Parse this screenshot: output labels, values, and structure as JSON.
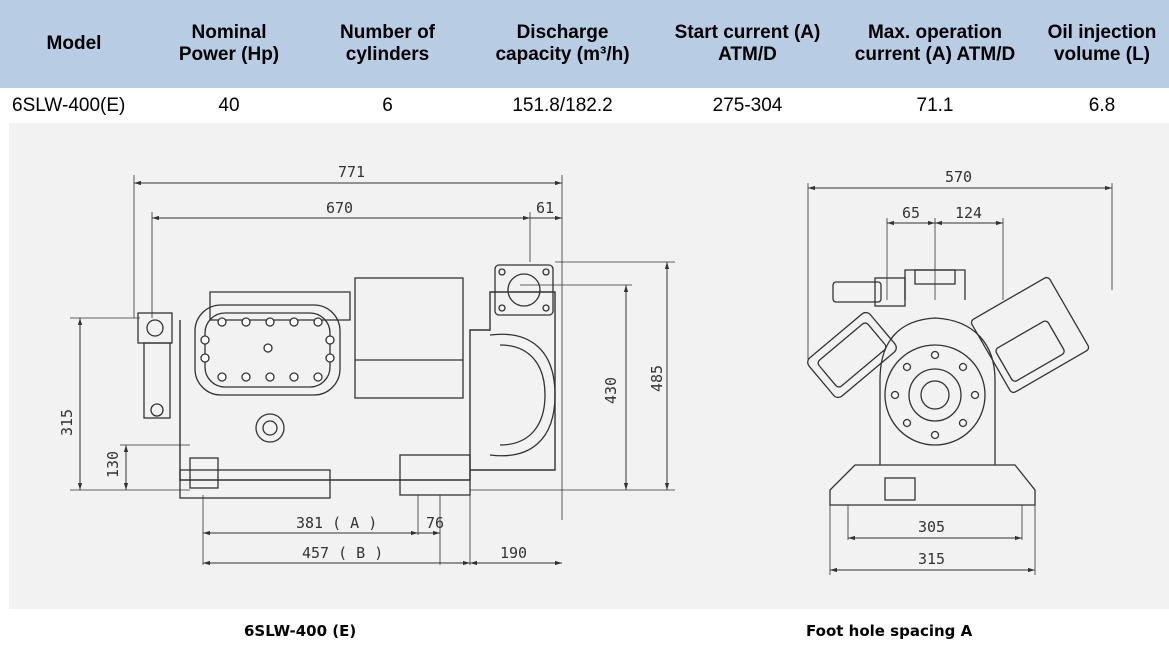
{
  "table": {
    "headers": [
      {
        "line1": "Model",
        "line2": ""
      },
      {
        "line1": "Nominal",
        "line2": "Power (Hp)"
      },
      {
        "line1": "Number of",
        "line2": "cylinders"
      },
      {
        "line1": "Discharge",
        "line2": "capacity (m³/h)"
      },
      {
        "line1": "Start current (A)",
        "line2": "ATM/D"
      },
      {
        "line1": "Max. operation",
        "line2": "current (A) ATM/D"
      },
      {
        "line1": "Oil injection",
        "line2": "volume (L)"
      }
    ],
    "row": [
      "6SLW-400(E)",
      "40",
      "6",
      "151.8/182.2",
      "275-304",
      "71.1",
      "6.8"
    ]
  },
  "drawing_side": {
    "dims": {
      "overall_length": "771",
      "body_length": "670",
      "flange_offset": "61",
      "height_430": "430",
      "height_485": "485",
      "height_315": "315",
      "height_130": "130",
      "foot_a": "381 ( A )",
      "foot_76": "76",
      "foot_b": "457 ( B )",
      "tail_190": "190"
    }
  },
  "drawing_front": {
    "dims": {
      "overall_width": "570",
      "offset_65": "65",
      "offset_124": "124",
      "base_305": "305",
      "base_315": "315"
    }
  },
  "captions": {
    "left": "6SLW-400 (E)",
    "right": "Foot hole spacing A"
  }
}
